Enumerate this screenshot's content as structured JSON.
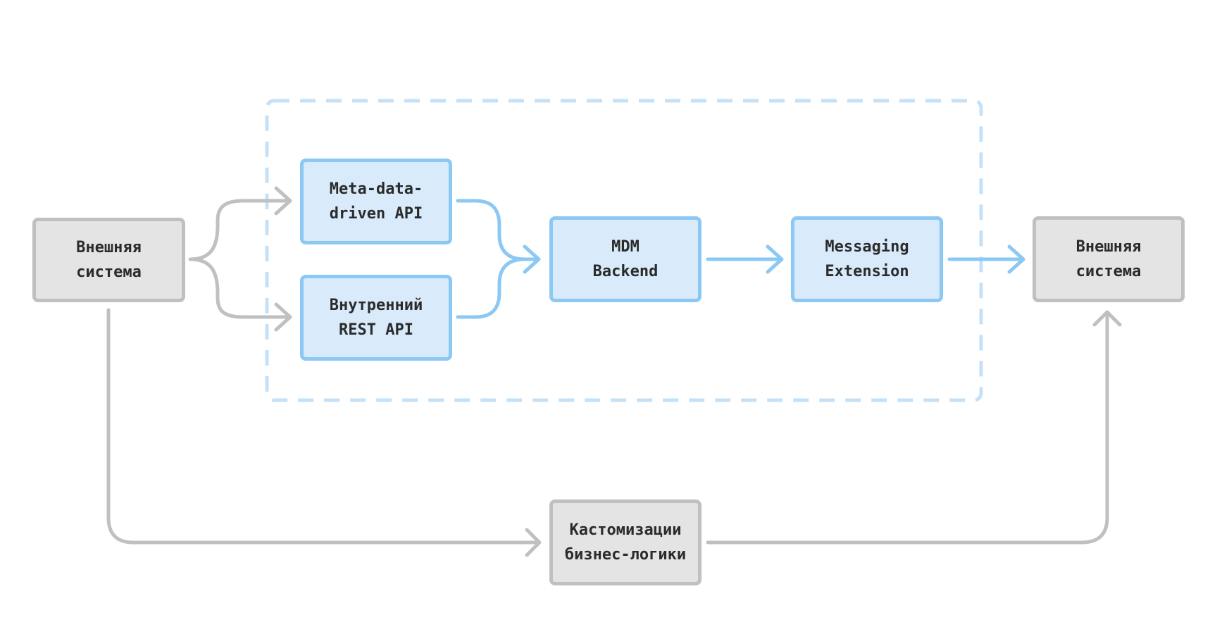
{
  "nodes": {
    "external_system_left": {
      "line1": "Внешняя",
      "line2": "система"
    },
    "meta_data_api": {
      "line1": "Meta-data-",
      "line2": "driven API"
    },
    "internal_rest_api": {
      "line1": "Внутренний",
      "line2": "REST API"
    },
    "mdm_backend": {
      "line1": "MDM",
      "line2": "Backend"
    },
    "messaging_extension": {
      "line1": "Messaging",
      "line2": "Extension"
    },
    "external_system_right": {
      "line1": "Внешняя",
      "line2": "система"
    },
    "business_logic": {
      "line1": "Кастомизации",
      "line2": "бизнес-логики"
    }
  },
  "colors": {
    "gray_fill": "#e4e4e4",
    "gray_stroke": "#c0c0c0",
    "blue_fill": "#d9ebfb",
    "blue_stroke": "#8cc8f4",
    "dashed_frame": "#c4e1f8"
  }
}
